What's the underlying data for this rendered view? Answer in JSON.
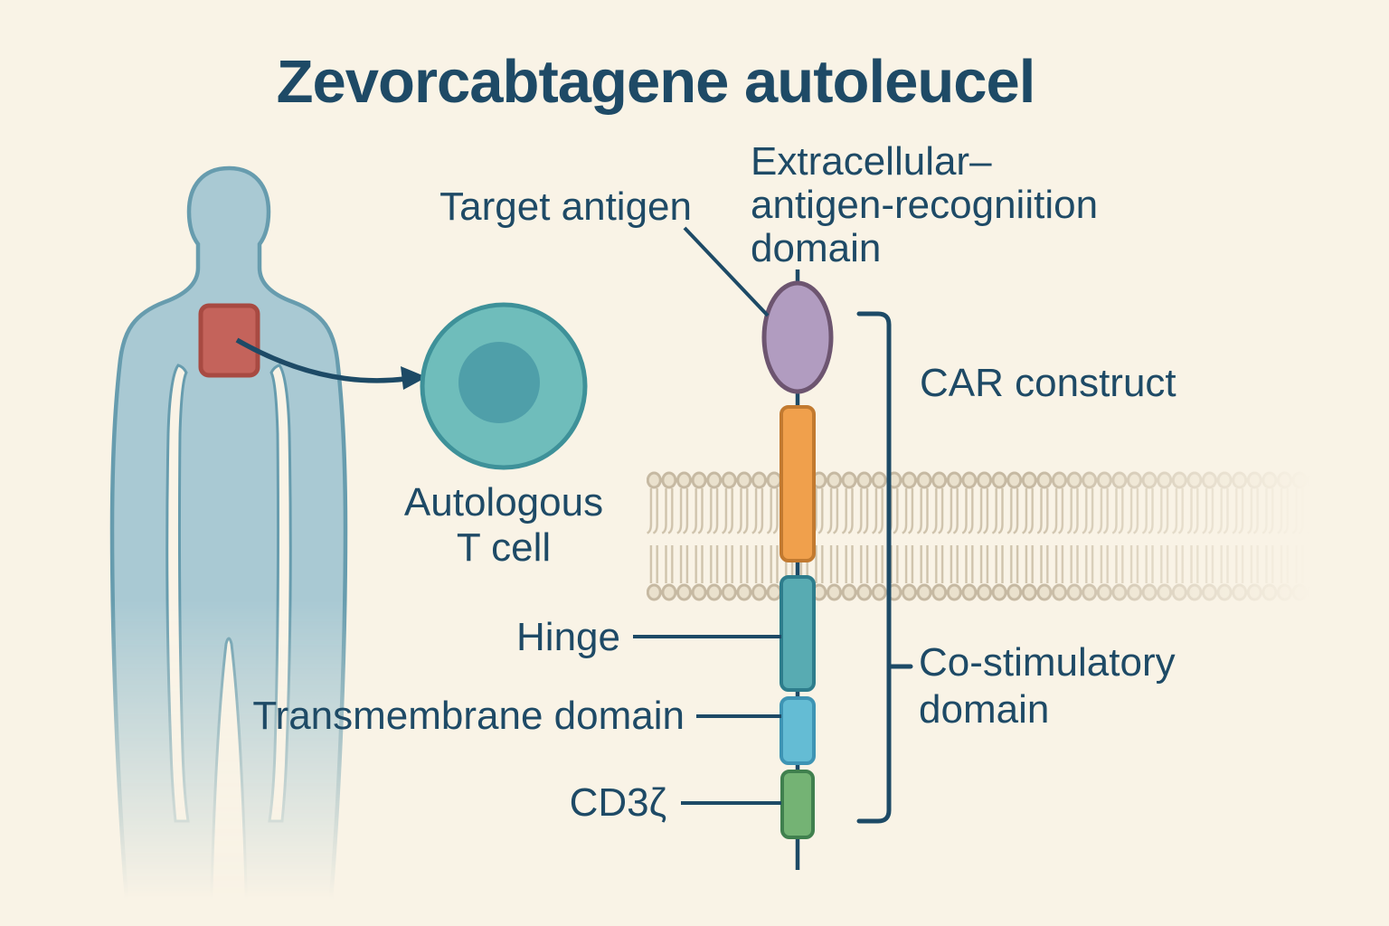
{
  "title": "Zevorcabtagene autoleucel",
  "t_cell": {
    "line1": "Autologous",
    "line2": "T cell"
  },
  "labels": {
    "target_antigen": "Target antigen",
    "extracellular": [
      "Extracellular–",
      "antigen-recogniition",
      "domain"
    ],
    "car_construct": "CAR construct",
    "hinge": "Hinge",
    "transmembrane": "Transmembrane domain",
    "cd3zeta": "CD3ζ",
    "costimulatory": [
      "Co-stimulatory",
      "domain"
    ]
  },
  "colors": {
    "background": "#f9f3e6",
    "text": "#1e4a66",
    "line": "#1d4a66",
    "body_fill": "#a9c9d3",
    "body_stroke": "#679cae",
    "tumor_fill": "#c4635b",
    "tumor_stroke": "#a84a42",
    "tcell_fill": "#6fbdbb",
    "tcell_stroke": "#3e9199",
    "tcell_nucleus_fill": "#4f9fa9",
    "antigen_fill": "#b19cc0",
    "antigen_stroke": "#6d5570",
    "extracellular_domain_fill": "#f0a04c",
    "extracellular_domain_stroke": "#c27a30",
    "hinge_fill": "#58abb2",
    "hinge_stroke": "#2e7d8c",
    "transmembrane_fill": "#64bcd4",
    "transmembrane_stroke": "#3e94b4",
    "cd3zeta_fill": "#74b374",
    "cd3zeta_stroke": "#40804e",
    "membrane_head_fill": "#eae1cd",
    "membrane_head_stroke": "#c6b9a2",
    "membrane_tail": "#cfc3ac"
  }
}
